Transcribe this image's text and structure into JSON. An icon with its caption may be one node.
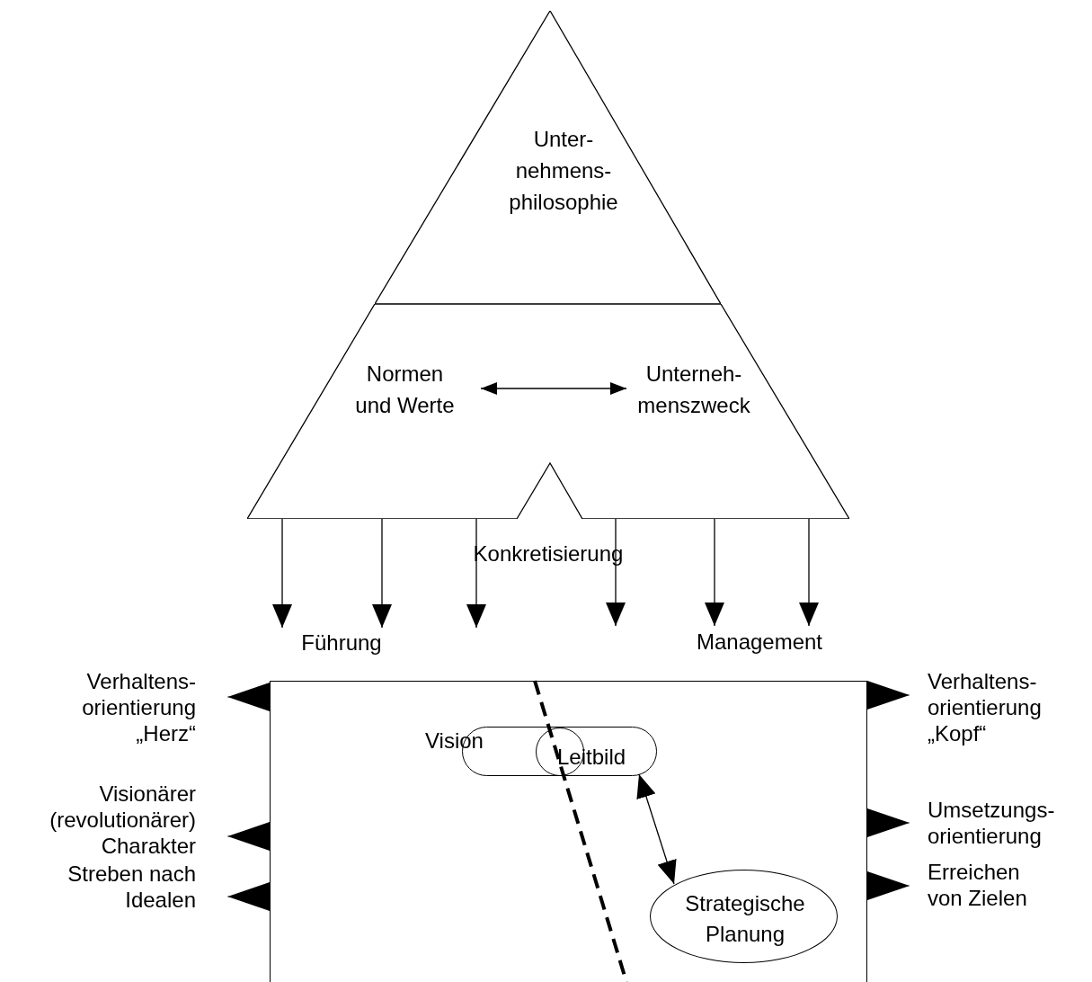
{
  "diagram": {
    "nodes": [
      {
        "text": [
          "Unter- nehmens- philosophie"
        ]
      },
      {
        "text": [],
        "shape": "trapezoid"
      },
      {
        "text": [
          "Normen und Werte"
        ],
        "in": 1
      },
      {
        "text": [
          "Unterneh- menszweck"
        ],
        "in": 1
      },
      {
        "text": [],
        "shape": "box"
      },
      {
        "text": [
          "Leitbild"
        ],
        "in": 4
      },
      {
        "text": [
          "Vision"
        ],
        "in": 5
      },
      {
        "text": [
          "Strategische Planung"
        ],
        "in": 4
      },
      {
        "text": [
          "Verhaltens- orientierung „Herz“"
        ]
      },
      {
        "text": [
          "Visionärer (revolutionärer) Charakter"
        ]
      },
      {
        "text": [
          "Streben nach Idealen"
        ]
      },
      {
        "text": [
          "Verhaltens- orientierung „Kopf“"
        ]
      },
      {
        "text": [
          "Umsetzungs- orientierung"
        ]
      },
      {
        "text": [
          "Erreichen von Zielen"
        ]
      },
      {
        "text": [
          "Führung"
        ]
      },
      {
        "text": [
          "Management"
        ]
      }
    ],
    "edges": [
      {
        "from": 2,
        "to": 3,
        "arrow": "both"
      },
      {
        "from": 1,
        "to": 14,
        "arrow": "to"
      },
      {
        "from": 1,
        "to": 14,
        "arrow": "to"
      },
      {
        "from": 1,
        "to": null,
        "arrow": "to"
      },
      {
        "from": 1,
        "to": null,
        "arrow": "to"
      },
      {
        "from": 1,
        "to": 15,
        "arrow": "to"
      },
      {
        "from": 1,
        "to": 15,
        "arrow": "to"
      },
      {
        "from": 5,
        "to": 7,
        "arrow": "both"
      },
      {
        "from": 4,
        "to": 8,
        "arrow": "to"
      },
      {
        "from": 4,
        "to": 9,
        "arrow": "to"
      },
      {
        "from": 4,
        "to": 10,
        "arrow": "to"
      },
      {
        "from": 4,
        "to": 11,
        "arrow": "to"
      },
      {
        "from": 4,
        "to": 12,
        "arrow": "to"
      },
      {
        "from": 4,
        "to": 13,
        "arrow": "to"
      }
    ],
    "labels": [
      "Konkretisierung"
    ]
  }
}
